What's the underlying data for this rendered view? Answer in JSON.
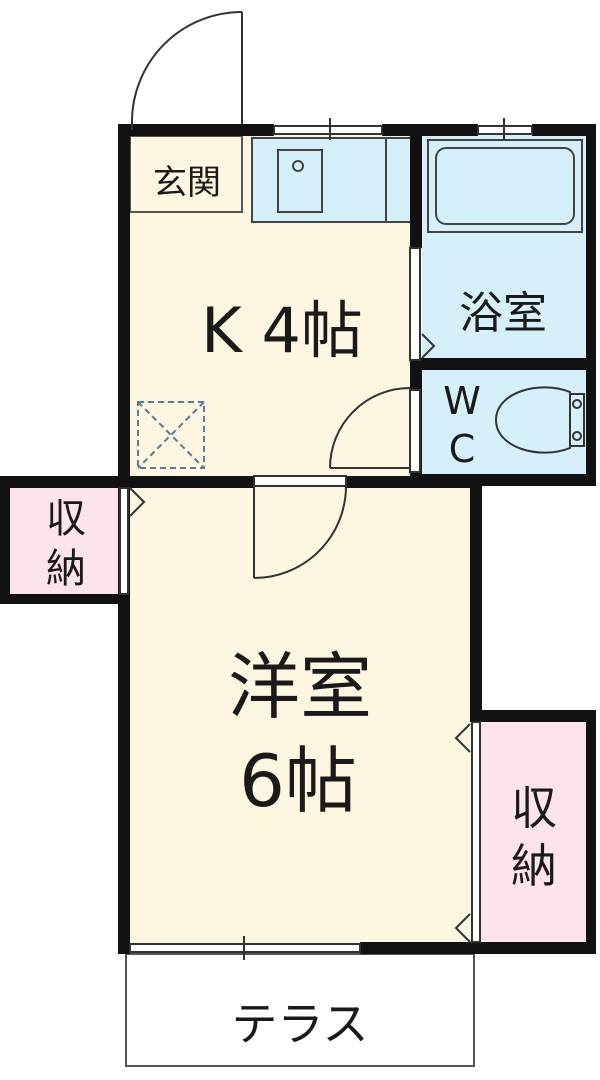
{
  "rooms": {
    "entrance": {
      "label": "玄関"
    },
    "kitchen": {
      "label": "K 4帖"
    },
    "bathroom": {
      "label": "浴室"
    },
    "toilet": {
      "label_line1": "W",
      "label_line2": "C"
    },
    "western_room": {
      "label_line1": "洋室",
      "label_line2": "6帖"
    },
    "closet_left": {
      "label_line1": "収",
      "label_line2": "納"
    },
    "closet_right": {
      "label_line1": "収",
      "label_line2": "納"
    },
    "terrace": {
      "label": "テラス"
    }
  },
  "colors": {
    "wall": "#111111",
    "main_floor": "#fdf6e0",
    "wet_area": "#d6f0fa",
    "closet": "#fde4ec",
    "entrance": "#fdf6e0",
    "line": "#333333"
  }
}
